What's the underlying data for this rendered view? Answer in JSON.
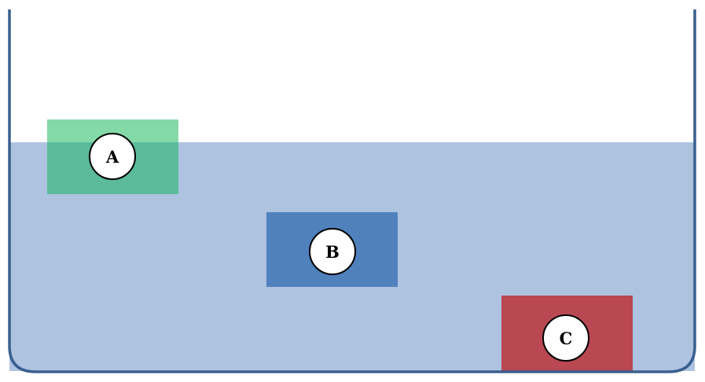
{
  "colors": {
    "water": "#adc3e0",
    "container": "#3a5f8f",
    "block_a_above": "#84d9a9",
    "block_a_below": "#5bbb9a",
    "block_b": "#4f81bd",
    "block_c": "#b94853"
  },
  "blocks": [
    {
      "label": "A",
      "state": "floating"
    },
    {
      "label": "B",
      "state": "suspended"
    },
    {
      "label": "C",
      "state": "sunk"
    }
  ]
}
